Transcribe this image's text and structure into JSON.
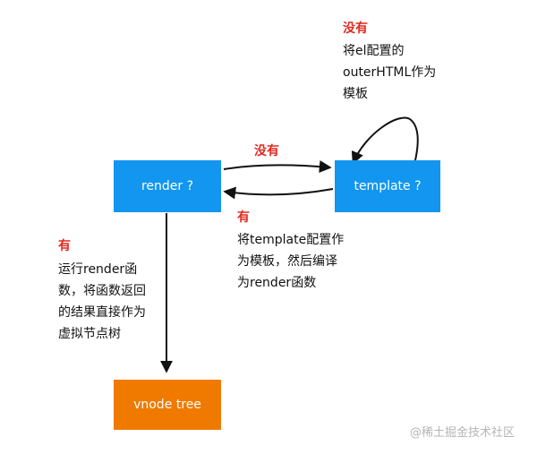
{
  "nodes": {
    "render": "render ?",
    "template": "template ?",
    "vnode": "vnode tree"
  },
  "labels": {
    "self_loop_condition": "没有",
    "self_loop_desc": [
      "将el配置的",
      "outerHTML作为",
      "模板"
    ],
    "to_template_condition": "没有",
    "from_template_condition": "有",
    "from_template_desc": [
      "将template配置作",
      "为模板，然后编译",
      "为render函数"
    ],
    "to_vnode_condition": "有",
    "to_vnode_desc": [
      "运行render函",
      "数，将函数返回",
      "的结果直接作为",
      "虚拟节点树"
    ]
  },
  "watermark": "@稀土掘金技术社区",
  "colors": {
    "box_blue": "#1296f0",
    "box_orange": "#f07a00",
    "condition_red": "#e02a1f"
  }
}
